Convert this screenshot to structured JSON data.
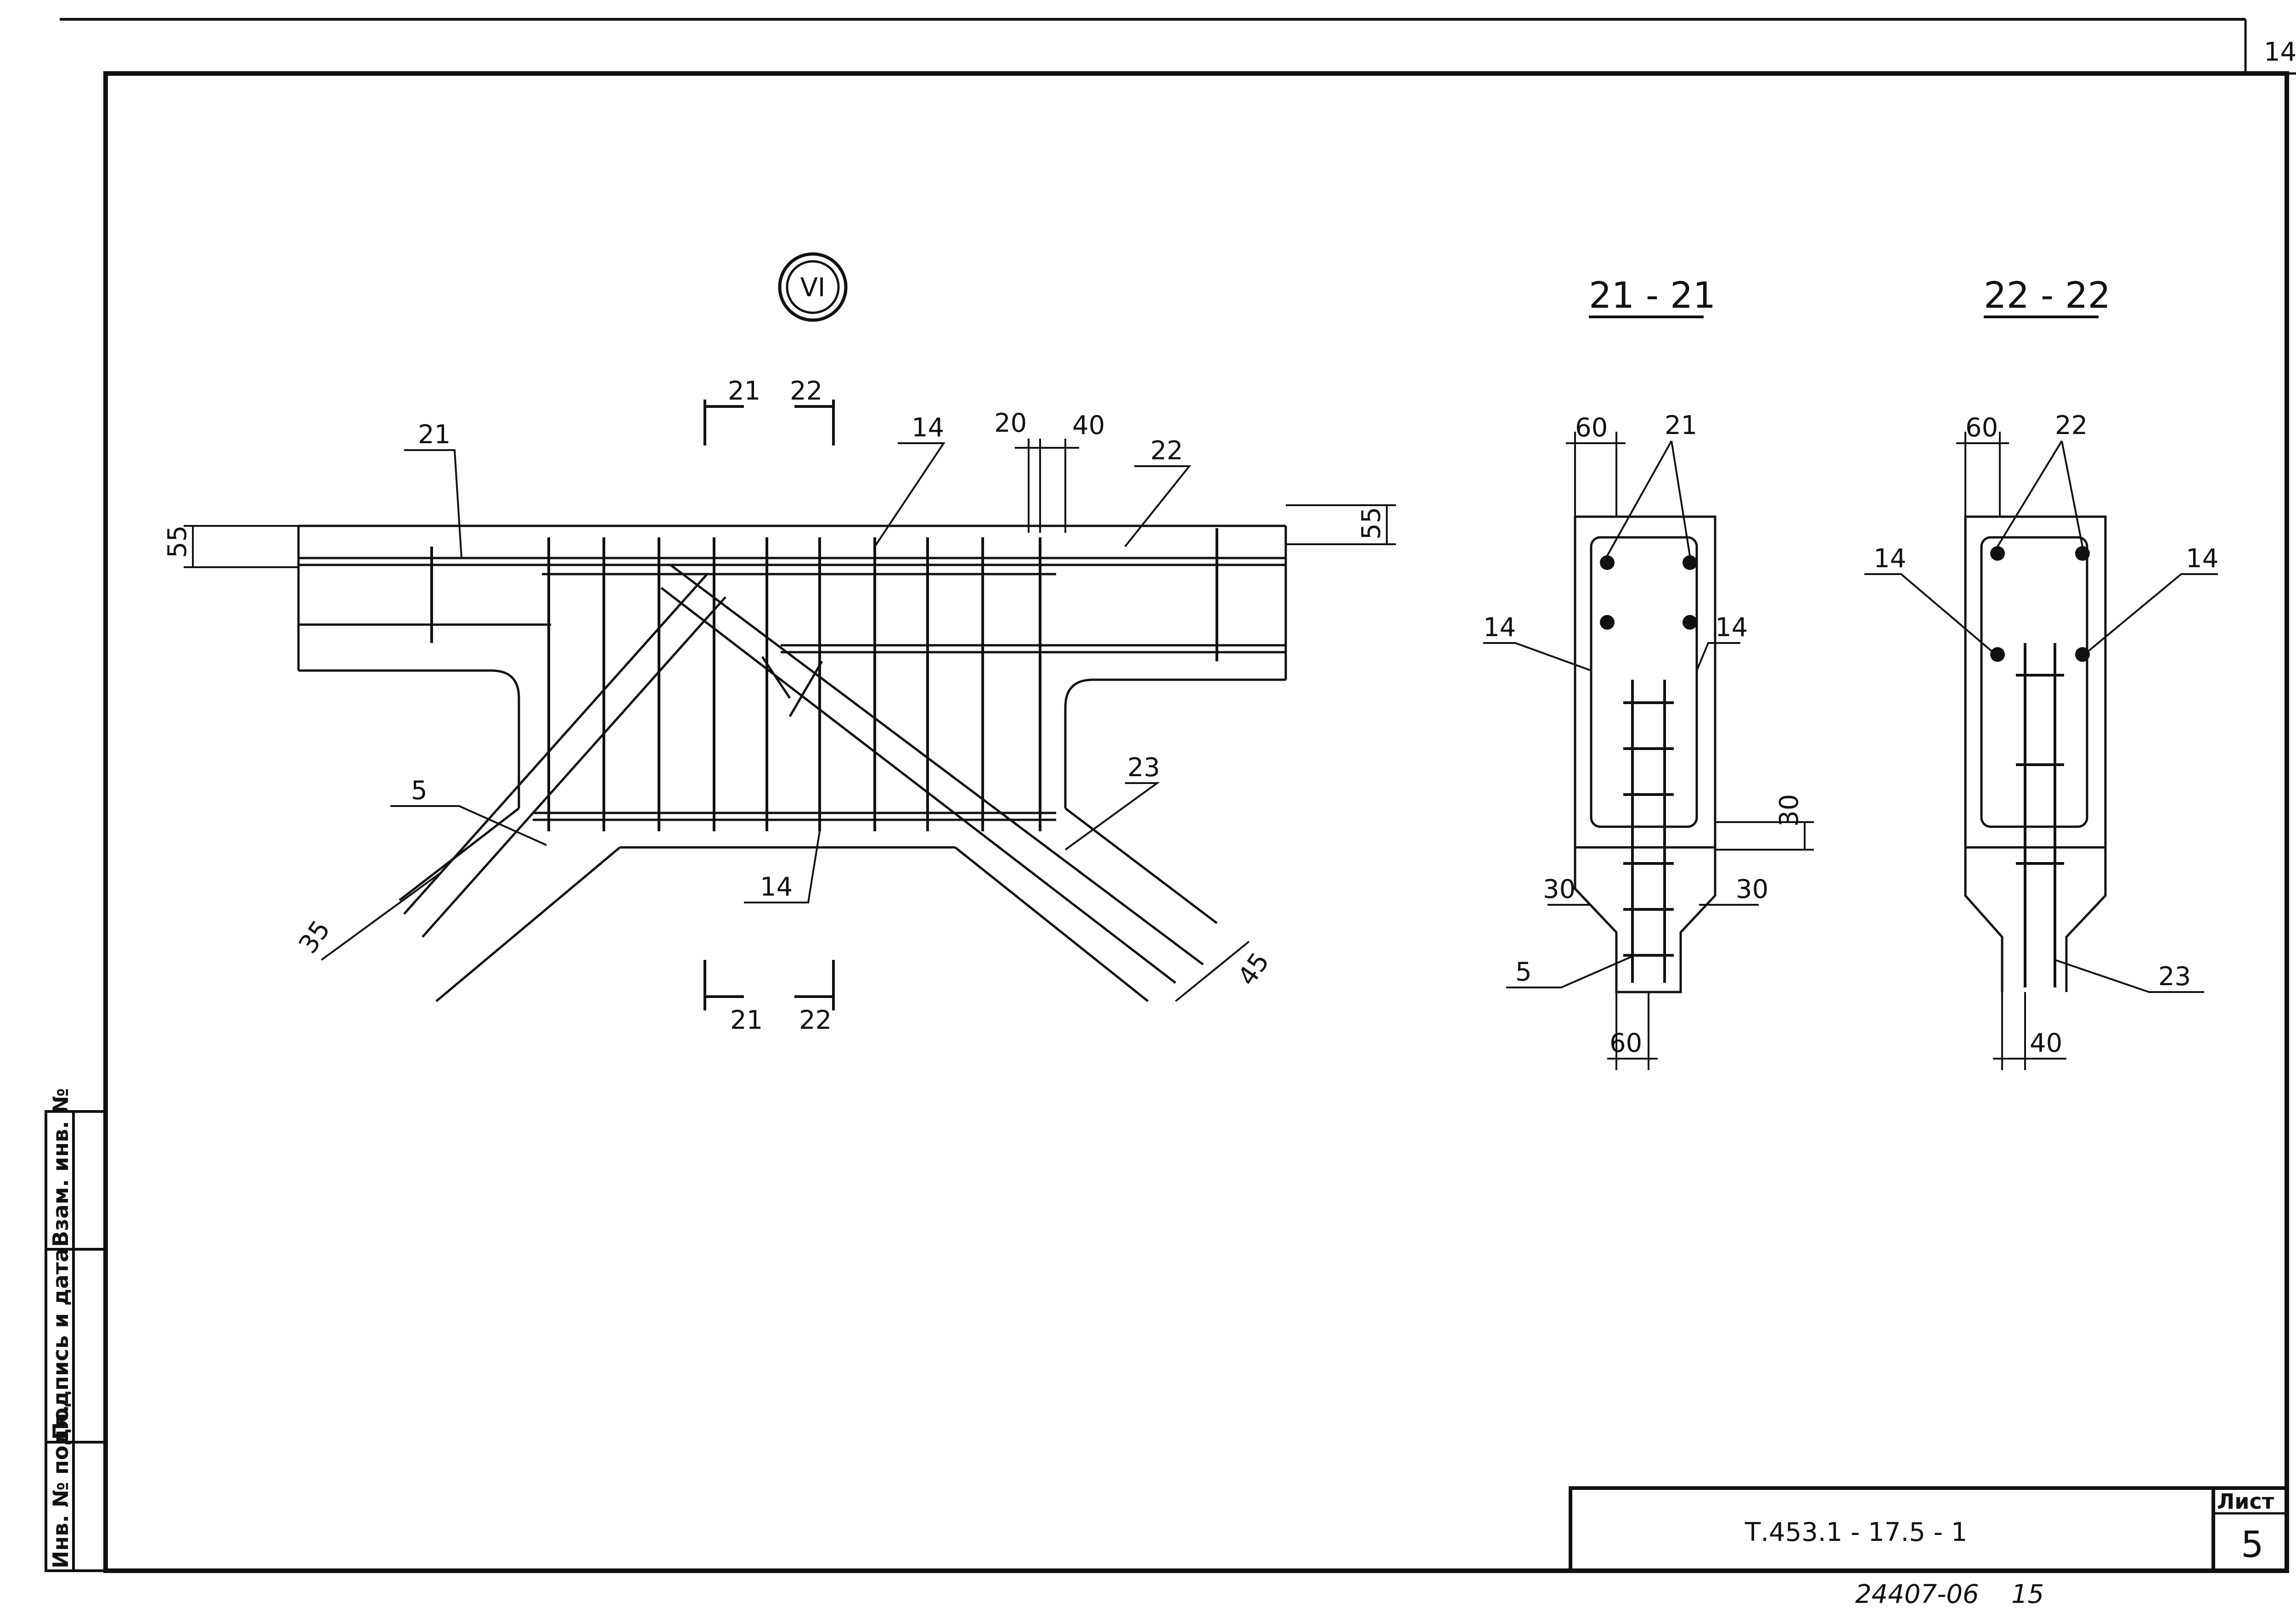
{
  "page_number": "14",
  "detail_marker": "VI",
  "section_titles": {
    "s21": "21 - 21",
    "s22": "22 - 22"
  },
  "plan": {
    "cut_marks": {
      "a": "21",
      "b": "22"
    },
    "labels": {
      "pos21": "21",
      "pos22": "22",
      "pos14_top": "14",
      "pos14_bottom": "14",
      "pos5": "5",
      "pos23": "23"
    },
    "dims": {
      "d55_left": "55",
      "d55_right": "55",
      "d20": "20",
      "d40": "40",
      "d35": "35",
      "d45": "45"
    }
  },
  "section_21": {
    "labels": {
      "pos21": "21",
      "pos14_left": "14",
      "pos14_right": "14",
      "pos5": "5"
    },
    "dims": {
      "d60_top": "60",
      "d30_right": "30",
      "d30_left": "30",
      "d30_right2": "30",
      "d60_bottom": "60"
    }
  },
  "section_22": {
    "labels": {
      "pos22": "22",
      "pos14_left": "14",
      "pos14_right": "14",
      "pos23": "23"
    },
    "dims": {
      "d60_top": "60",
      "d40_bottom": "40"
    }
  },
  "side_stamp": {
    "col1": "Инв. № подл.",
    "col2": "Подпись и дата",
    "col3": "Взам. инв. №"
  },
  "title_block": {
    "doc_code": "Т.453.1 - 17.5 - 1",
    "sheet_label": "Лист",
    "sheet_number": "5"
  },
  "archive_number": "24407-06",
  "archive_suffix": "15"
}
